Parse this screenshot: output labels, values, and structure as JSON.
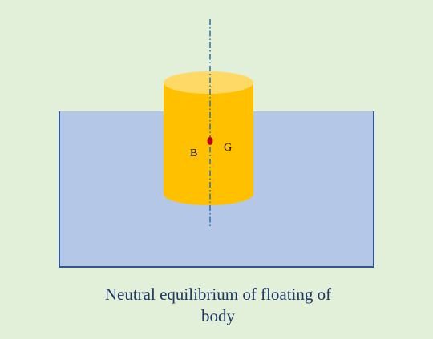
{
  "colors": {
    "background": "#e2efd9",
    "water": "#b4c7e7",
    "tank_outline": "#2f5597",
    "cylinder_body": "#ffc000",
    "cylinder_top": "#ffd966",
    "axis_line": "#2e75b6",
    "center_point": "#c00000",
    "caption_text": "#1f3864"
  },
  "labels": {
    "buoyancy_center": "B",
    "gravity_center": "G"
  },
  "caption": {
    "line1": "Neutral equilibrium of floating of",
    "line2": "body"
  }
}
